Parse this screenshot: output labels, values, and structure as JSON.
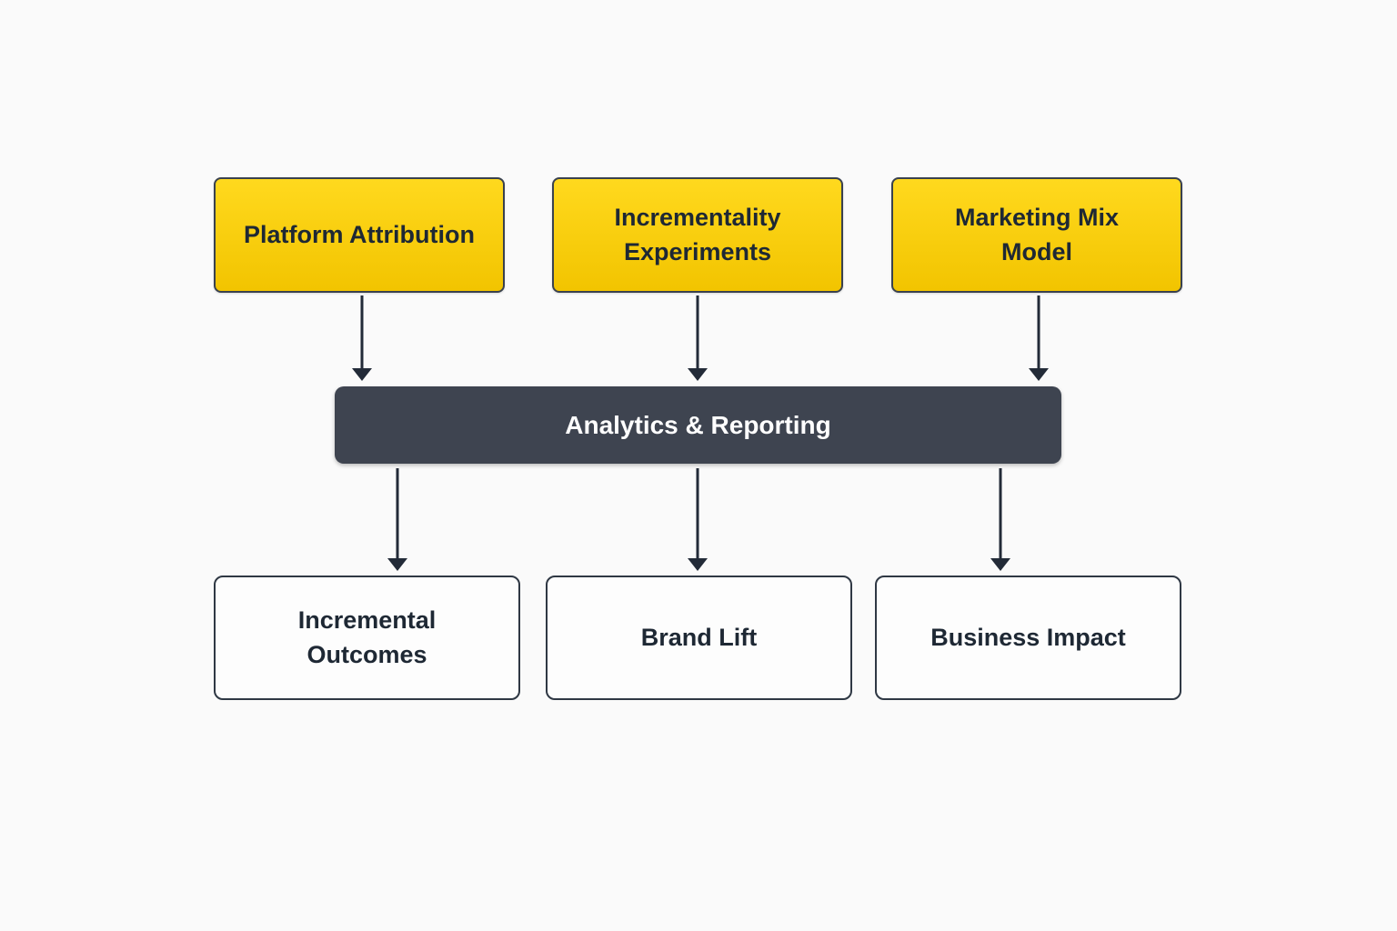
{
  "colors": {
    "background": "#fafafa",
    "box_yellow_top": "#ffd91e",
    "box_yellow_bottom": "#f2c400",
    "box_border": "#39414e",
    "bar_bg": "#3e4450",
    "bar_text": "#ffffff",
    "text_dark": "#1e2834",
    "arrow": "#232b38"
  },
  "diagram": {
    "sources": [
      {
        "label": "Platform Attribution"
      },
      {
        "label": "Incrementality Experiments"
      },
      {
        "label": "Marketing Mix Model"
      }
    ],
    "hub": {
      "label": "Analytics & Reporting"
    },
    "outcomes": [
      {
        "label": "Incremental Outcomes"
      },
      {
        "label": "Brand Lift"
      },
      {
        "label": "Business Impact"
      }
    ]
  }
}
